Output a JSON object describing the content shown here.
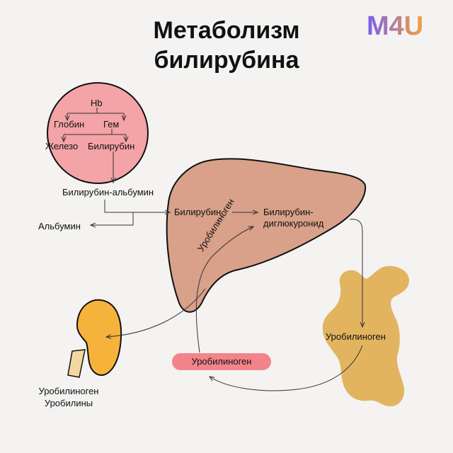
{
  "title": {
    "line1": "Метаболизм",
    "line2": "билирубина"
  },
  "logo": {
    "text": "M4U"
  },
  "labels": {
    "hb": "Hb",
    "globin": "Глобин",
    "gem": "Гем",
    "iron": "Железо",
    "bilirubin_circle": "Билирубин",
    "bilirubin_albumin": "Билирубин-альбумин",
    "albumin": "Альбумин",
    "bilirubin_liver": "Билирубин",
    "bilirubin_diglucuronide_1": "Билирубин-",
    "bilirubin_diglucuronide_2": "диглюкуронид",
    "urobilinogen_liver": "Уробилиноген",
    "urobilinogen_intestine": "Уробилиноген",
    "urobilinogen_blood": "Уробилиноген",
    "urine_1": "Уробилиноген",
    "urine_2": "Уробилины"
  },
  "colors": {
    "background": "#f4f3f2",
    "circle": "#f4a3a6",
    "liver": "#d9a08a",
    "kidney": "#f6b33c",
    "ureter": "#f4d7a0",
    "intestine": "#e3b45f",
    "pill": "#f2848a",
    "logo_gradient_start": "#7a5cf0",
    "logo_gradient_end": "#f2a33b"
  },
  "icons": [
    "arrow-icon",
    "kidney-icon",
    "liver-icon",
    "intestine-icon",
    "cell-circle-icon"
  ]
}
